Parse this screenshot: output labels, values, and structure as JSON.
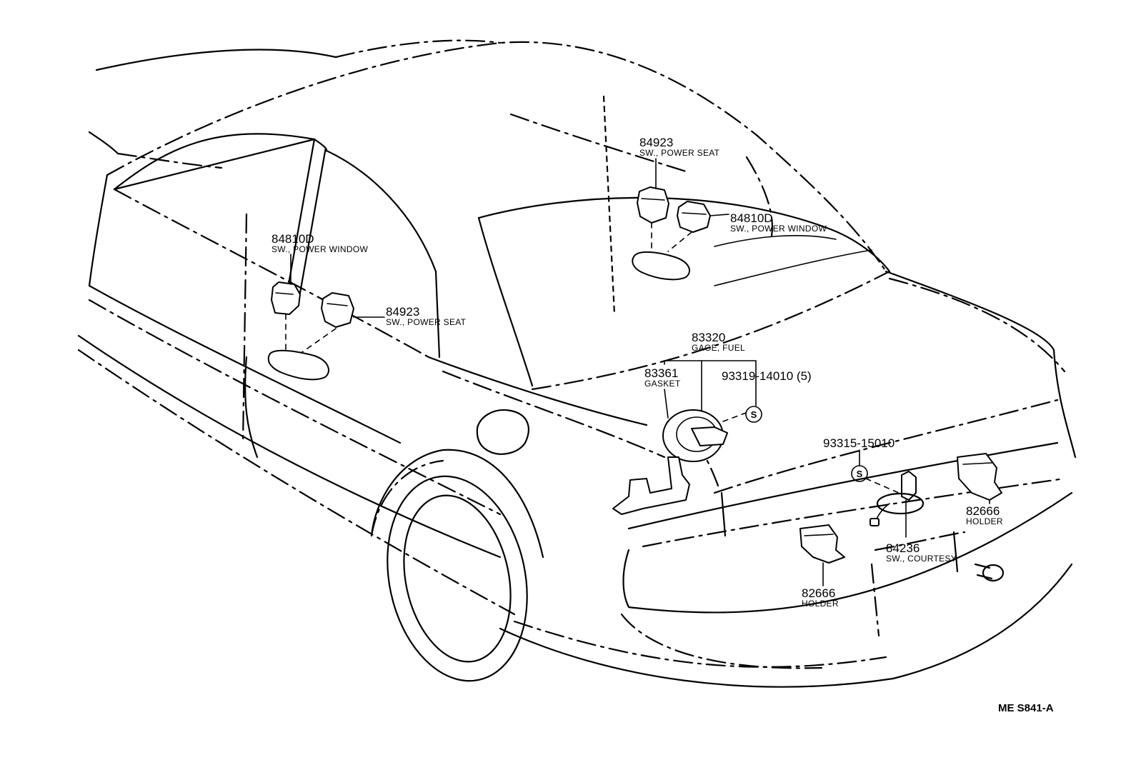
{
  "callouts": [
    {
      "id": "rear-window-switch",
      "number": "84810D",
      "description": "SW., POWER WINDOW"
    },
    {
      "id": "rear-seat-switch",
      "number": "84923",
      "description": "SW., POWER SEAT"
    },
    {
      "id": "front-seat-switch",
      "number": "84923",
      "description": "SW., POWER SEAT"
    },
    {
      "id": "front-window-switch",
      "number": "84810D",
      "description": "SW., POWER WINDOW"
    },
    {
      "id": "fuel-gage",
      "number": "83320",
      "description": "GAGE, FUEL"
    },
    {
      "id": "gasket",
      "number": "83361",
      "description": "GASKET"
    },
    {
      "id": "gage-screw",
      "number": "93319-14010 (5)",
      "description": ""
    },
    {
      "id": "courtesy-screw",
      "number": "93315-15010",
      "description": ""
    },
    {
      "id": "holder-right",
      "number": "82666",
      "description": "HOLDER"
    },
    {
      "id": "courtesy-switch",
      "number": "84236",
      "description": "SW., COURTESY"
    },
    {
      "id": "holder-left",
      "number": "82666",
      "description": "HOLDER"
    }
  ],
  "screw_marks": [
    "S",
    "S"
  ],
  "diagram_code": "ME S841-A"
}
